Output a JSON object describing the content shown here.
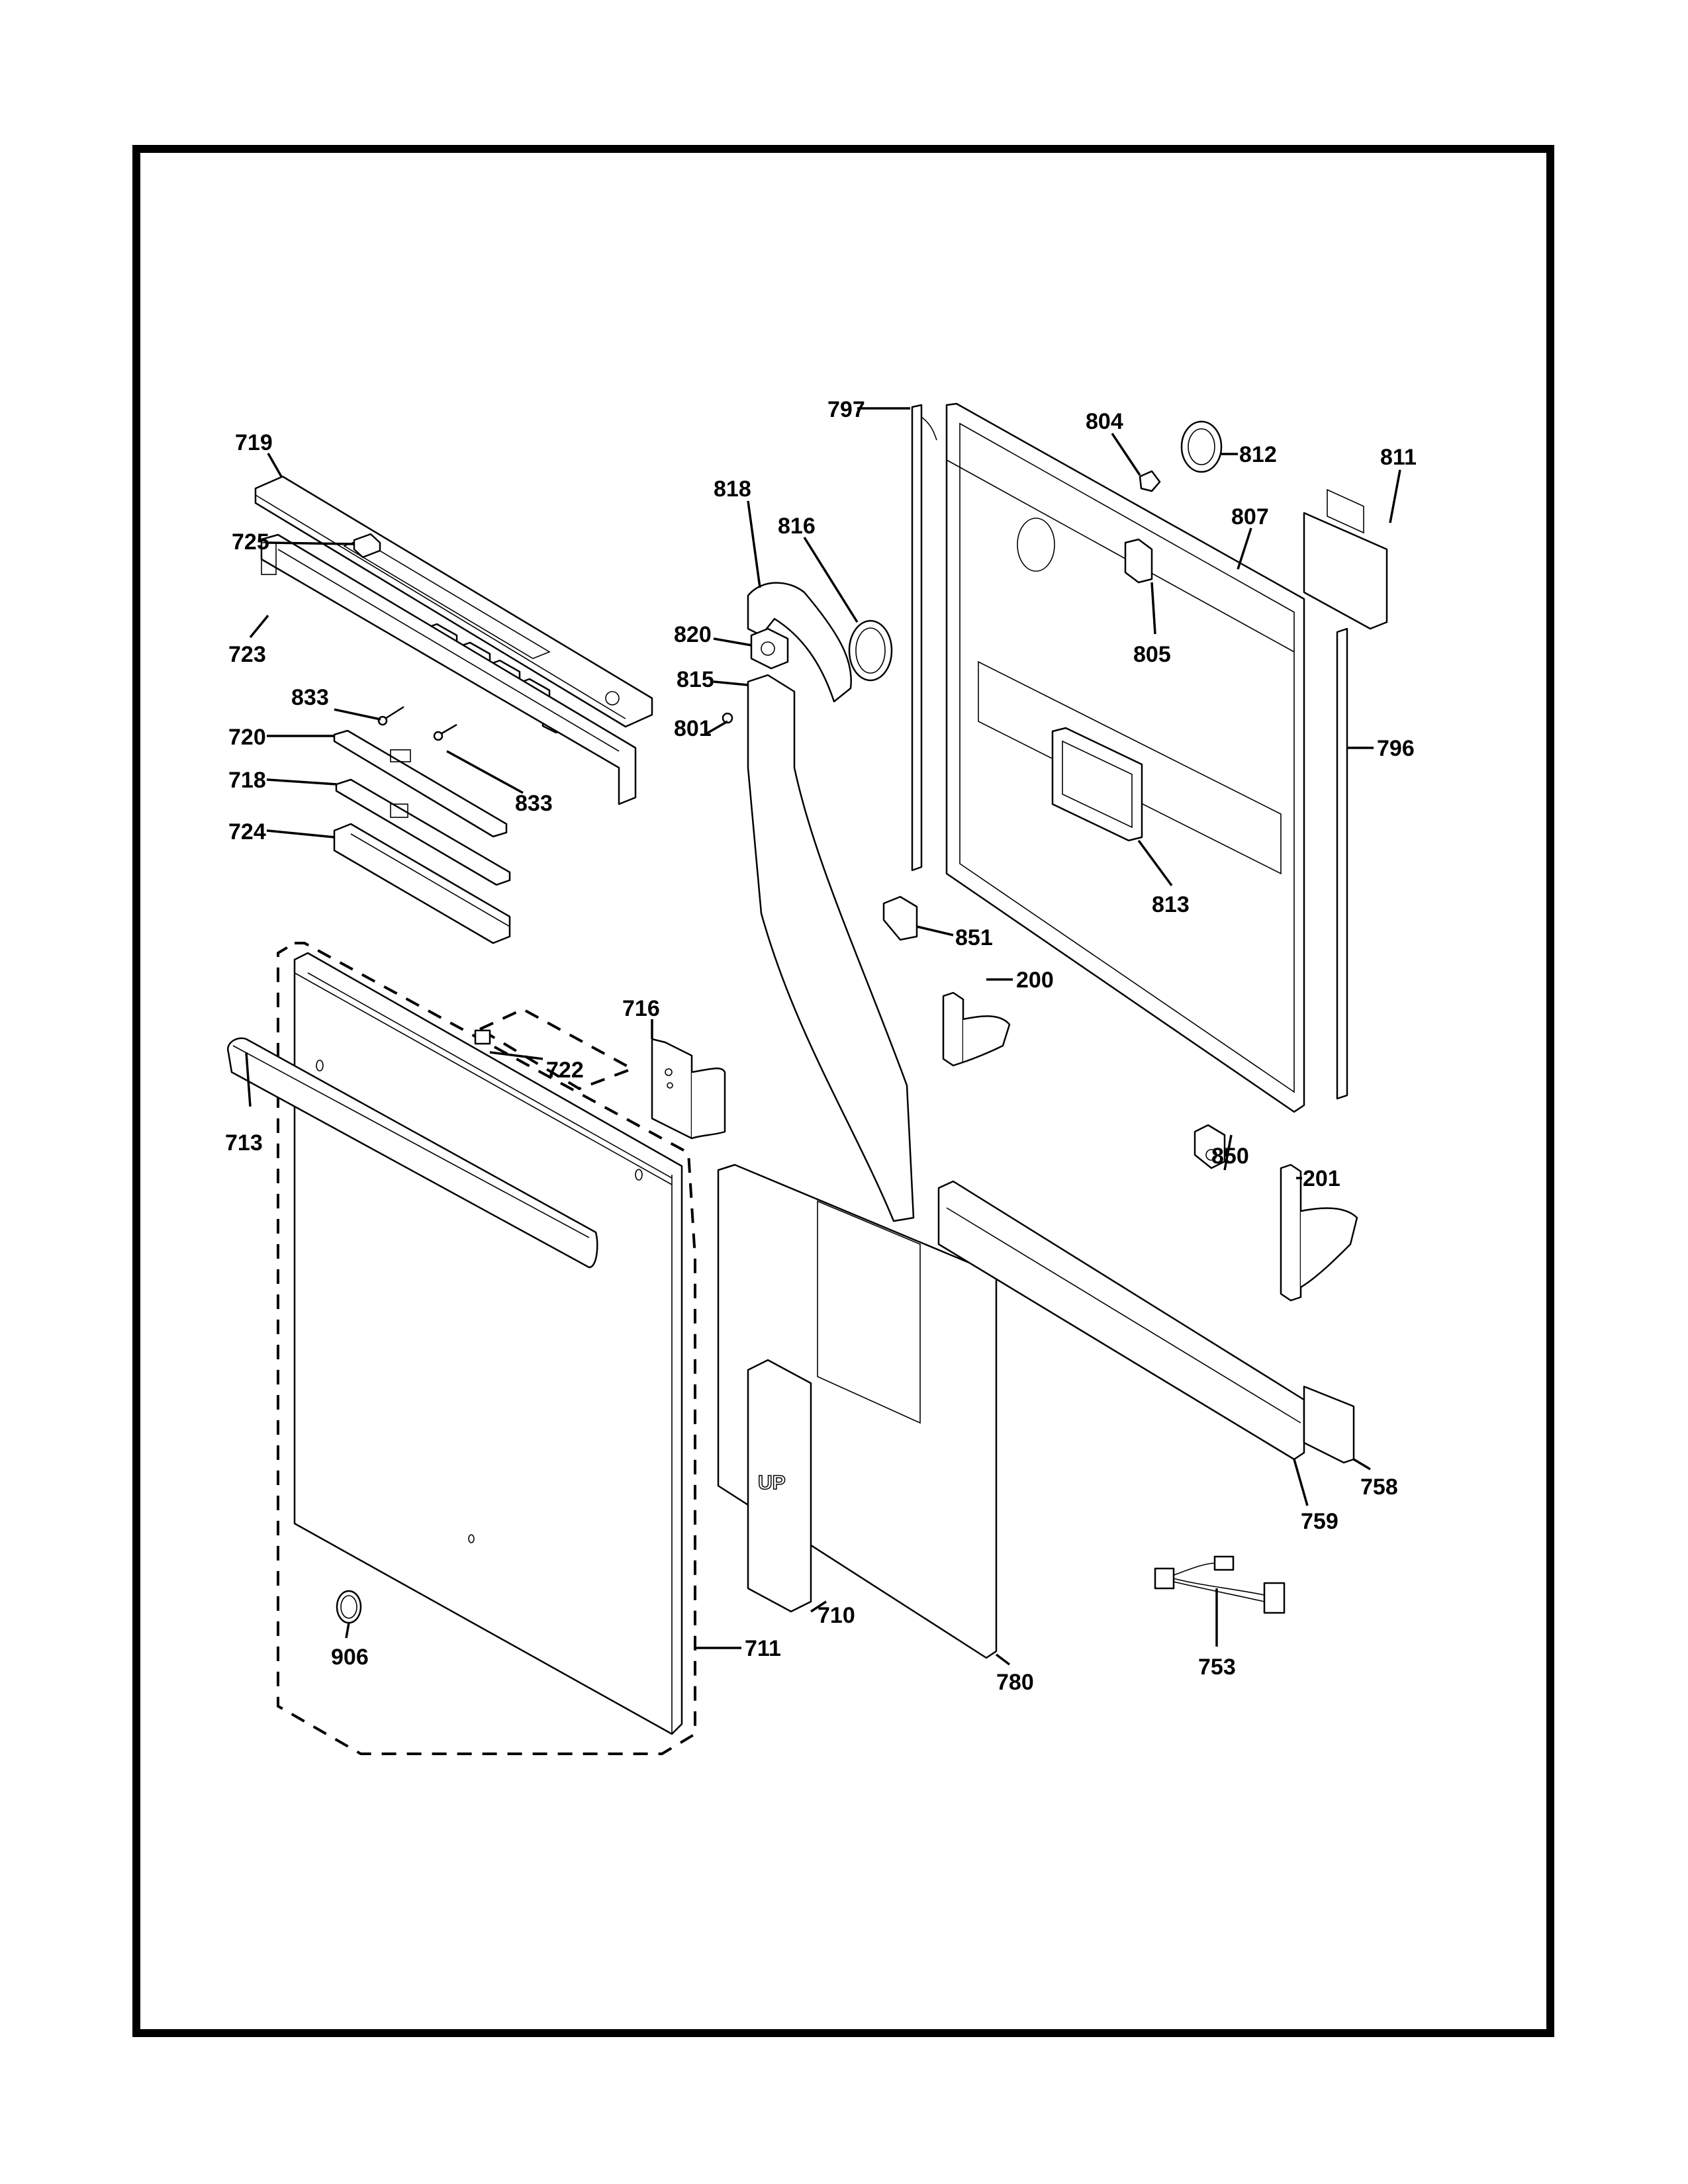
{
  "diagram": {
    "type": "exploded-parts-diagram",
    "subject": "Dishwasher door assembly",
    "callouts": [
      {
        "id": "719",
        "part": "control-panel-trim"
      },
      {
        "id": "725",
        "part": "button-key"
      },
      {
        "id": "723",
        "part": "control-housing-frame"
      },
      {
        "id": "833",
        "part": "screw"
      },
      {
        "id": "720",
        "part": "main-control-board"
      },
      {
        "id": "833",
        "part": "screw"
      },
      {
        "id": "718",
        "part": "user-interface-board"
      },
      {
        "id": "724",
        "part": "control-box"
      },
      {
        "id": "797",
        "part": "left-door-side-trim"
      },
      {
        "id": "804",
        "part": "door-latch-strike"
      },
      {
        "id": "812",
        "part": "vent-cap"
      },
      {
        "id": "811",
        "part": "detergent-dispenser"
      },
      {
        "id": "818",
        "part": "vent-duct-cover"
      },
      {
        "id": "816",
        "part": "vent-gasket"
      },
      {
        "id": "807",
        "part": "inner-door-panel"
      },
      {
        "id": "820",
        "part": "vent-fan"
      },
      {
        "id": "815",
        "part": "vent-duct"
      },
      {
        "id": "805",
        "part": "door-switch"
      },
      {
        "id": "801",
        "part": "nut"
      },
      {
        "id": "796",
        "part": "right-door-side-trim"
      },
      {
        "id": "813",
        "part": "dispenser-gasket"
      },
      {
        "id": "851",
        "part": "left-hinge-bracket"
      },
      {
        "id": "200",
        "part": "left-hinge"
      },
      {
        "id": "716",
        "part": "handle-bracket"
      },
      {
        "id": "722",
        "part": "clip"
      },
      {
        "id": "713",
        "part": "door-handle"
      },
      {
        "id": "850",
        "part": "right-hinge-bracket"
      },
      {
        "id": "201",
        "part": "right-hinge"
      },
      {
        "id": "758",
        "part": "bottom-insulation"
      },
      {
        "id": "759",
        "part": "bottom-door-trim"
      },
      {
        "id": "710",
        "part": "door-spacer"
      },
      {
        "id": "711",
        "part": "outer-door-panel-assembly"
      },
      {
        "id": "906",
        "part": "logo-badge"
      },
      {
        "id": "780",
        "part": "door-insulation"
      },
      {
        "id": "753",
        "part": "wire-harness"
      }
    ],
    "spacer_marking": "UP"
  }
}
